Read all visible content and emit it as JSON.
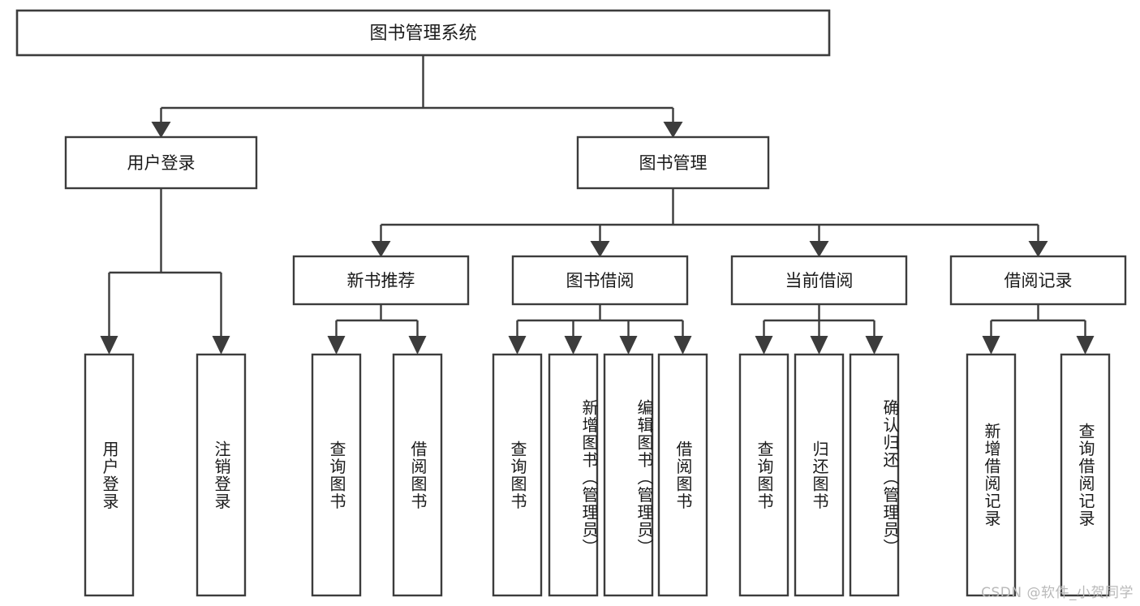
{
  "diagram": {
    "type": "tree",
    "title": "图书管理系统",
    "watermark": "CSDN @软件_小贺同学",
    "colors": {
      "stroke": "#3c3c3c",
      "fill": "#ffffff",
      "text": "#1a1a1a",
      "watermark": "#b9b9b9"
    },
    "root": {
      "label": "图书管理系统"
    },
    "level2": [
      {
        "label": "用户登录"
      },
      {
        "label": "图书管理"
      }
    ],
    "level3": [
      {
        "label": "新书推荐"
      },
      {
        "label": "图书借阅"
      },
      {
        "label": "当前借阅"
      },
      {
        "label": "借阅记录"
      }
    ],
    "leaves": {
      "user_login": [
        {
          "label": "用户登录"
        },
        {
          "label": "注销登录"
        }
      ],
      "new_book": [
        {
          "label": "查询图书"
        },
        {
          "label": "借阅图书"
        }
      ],
      "book_borrow": [
        {
          "label": "查询图书"
        },
        {
          "label": "新增图书（管理员）"
        },
        {
          "label": "编辑图书（管理员）"
        },
        {
          "label": "借阅图书"
        }
      ],
      "current_borrow": [
        {
          "label": "查询图书"
        },
        {
          "label": "归还图书"
        },
        {
          "label": "确认归还（管理员）"
        }
      ],
      "borrow_record": [
        {
          "label": "新增借阅记录"
        },
        {
          "label": "查询借阅记录"
        }
      ]
    }
  }
}
